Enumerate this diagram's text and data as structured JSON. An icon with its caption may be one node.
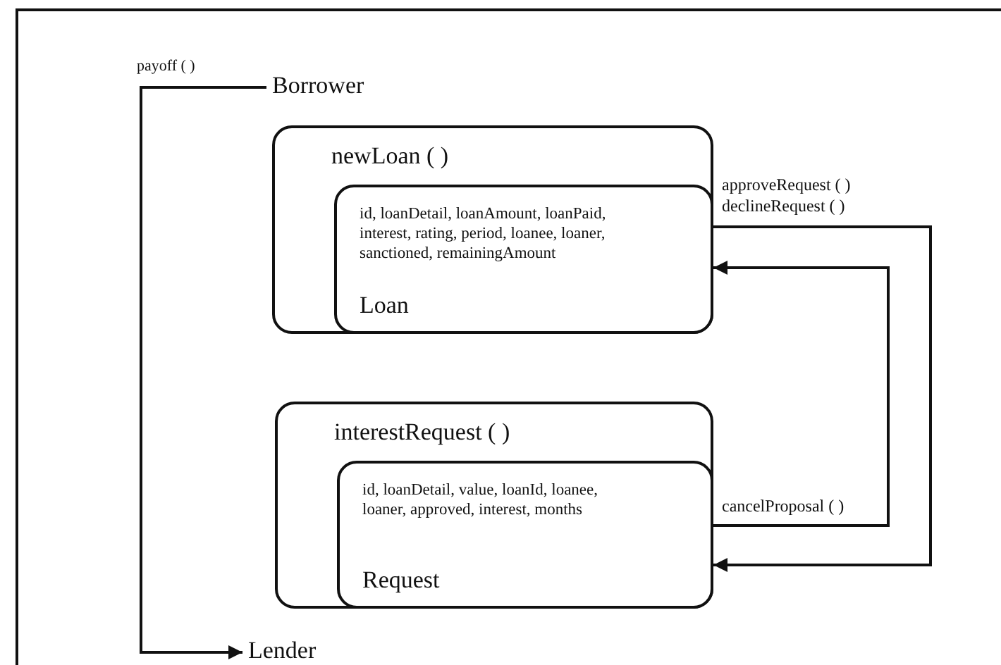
{
  "diagram": {
    "nodes": [
      {
        "text": [
          "Borrower"
        ]
      },
      {
        "text": [
          "newLoan ( )"
        ]
      },
      {
        "text": [
          "id, loanDetail, loanAmount, loanPaid, interest, rating, period, loanee, loaner, sanctioned, remainingAmount",
          "Loan"
        ],
        "in": 1
      },
      {
        "text": [
          "interestRequest ( )"
        ]
      },
      {
        "text": [
          "id, loanDetail, value, loanId, loanee, loaner, approved, interest, months",
          "Request"
        ],
        "in": 3
      },
      {
        "text": [
          "Lender"
        ]
      }
    ],
    "edges": [
      {
        "from": 0,
        "to": 5,
        "arrow": "to",
        "label": "payoff ( )"
      },
      {
        "from": 2,
        "to": 4,
        "arrow": "to",
        "label": "approveRequest ( ) declineRequest ( )"
      },
      {
        "from": 4,
        "to": 2,
        "arrow": "to",
        "label": "cancelProposal ( )"
      }
    ]
  }
}
